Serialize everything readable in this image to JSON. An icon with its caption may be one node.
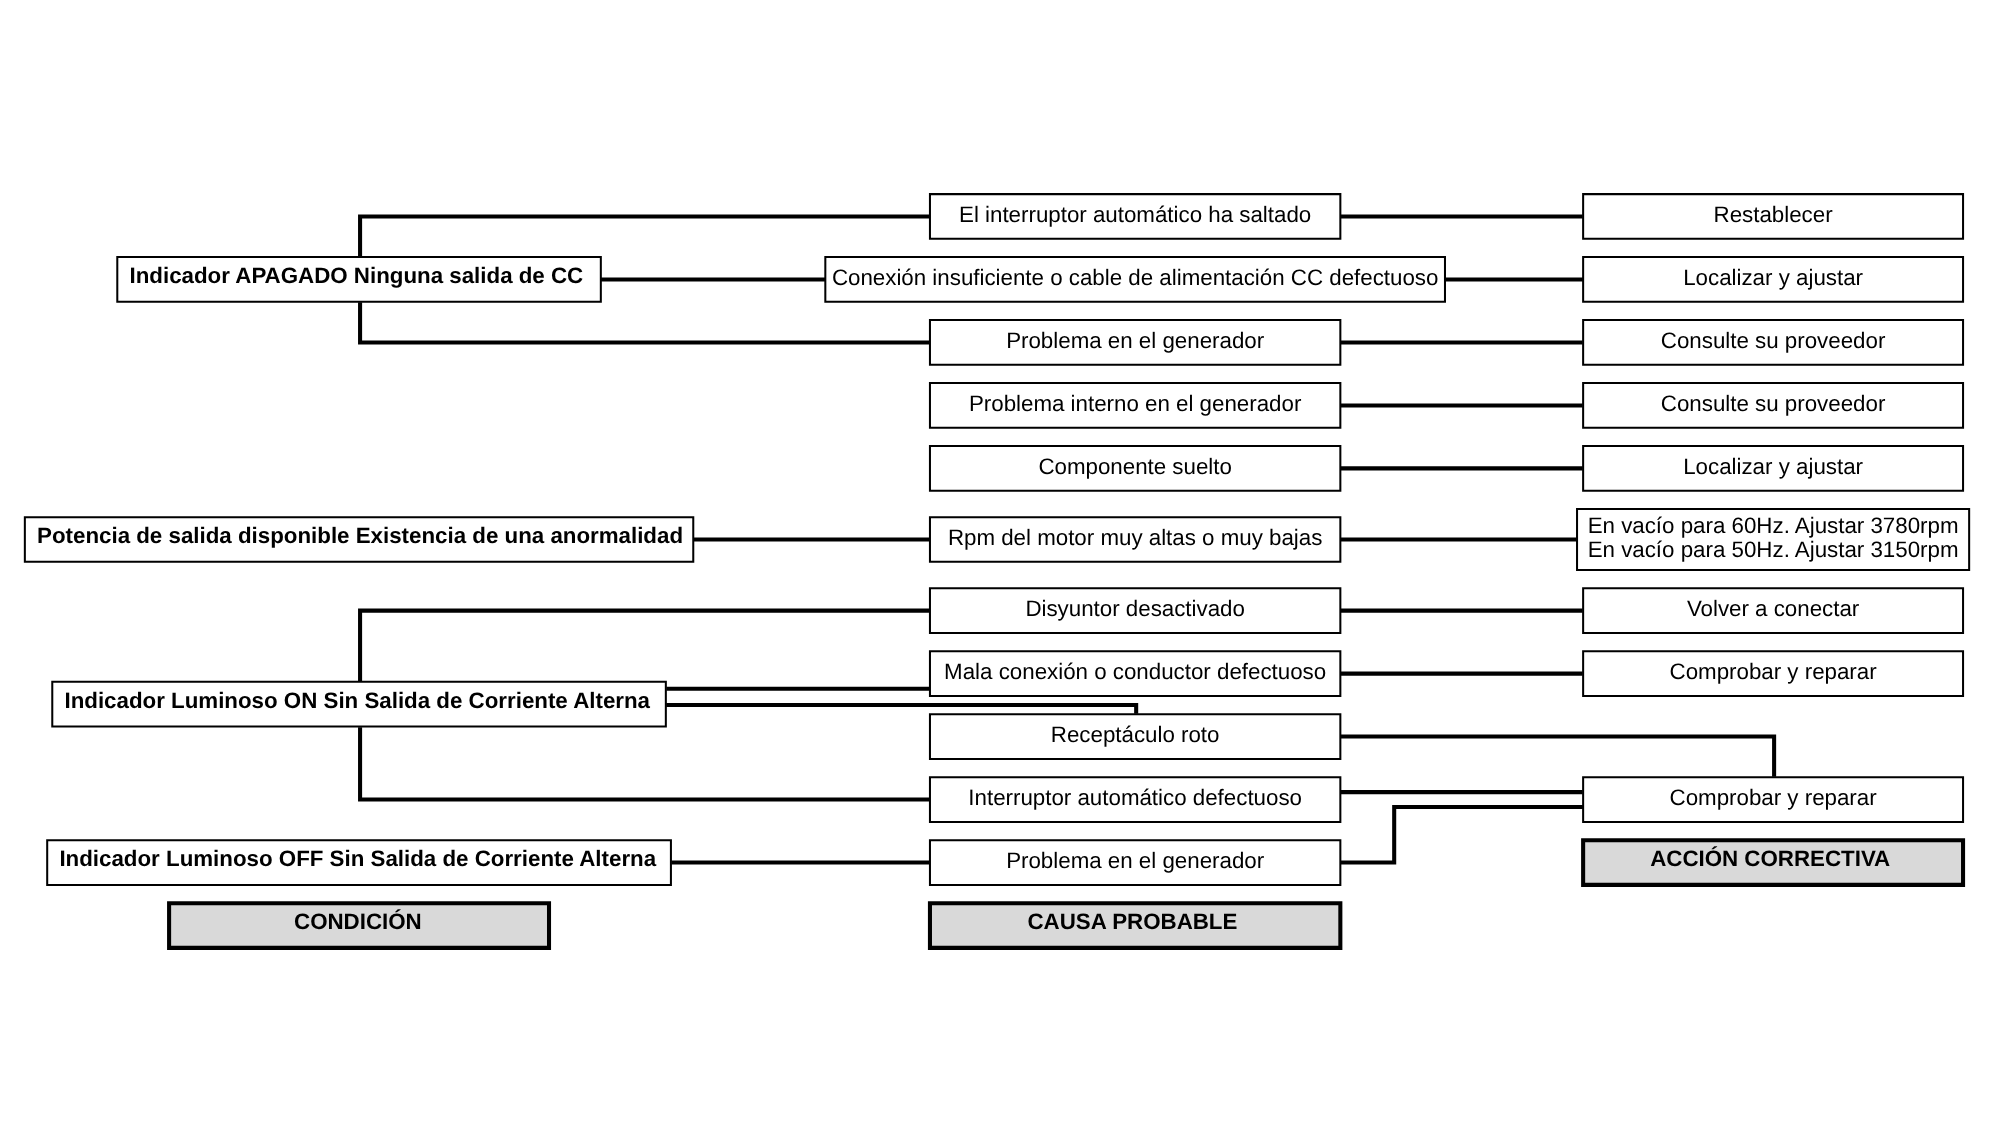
{
  "diagram": {
    "nodes": [
      {
        "text": [
          "CONDICIÓN"
        ]
      },
      {
        "text": [
          "CAUSA PROBABLE"
        ]
      },
      {
        "text": [
          "ACCIÓN CORRECTIVA"
        ]
      },
      {
        "text": [
          "Indicador Luminoso ON Sin Salida de Corriente Alterna"
        ]
      },
      {
        "text": [
          "Disyuntor desactivado"
        ]
      },
      {
        "text": [
          "Mala conexión o conductor defectuoso"
        ]
      },
      {
        "text": [
          "Receptáculo roto"
        ]
      },
      {
        "text": [
          "Interruptor automático defectuoso"
        ]
      },
      {
        "text": [
          "Volver a conectar"
        ]
      },
      {
        "text": [
          "Comprobar y reparar"
        ]
      },
      {
        "text": [
          "Comprobar y reparar"
        ]
      },
      {
        "text": [
          "Indicador Luminoso OFF Sin Salida de Corriente Alterna"
        ]
      },
      {
        "text": [
          "Problema en el generador"
        ]
      },
      {
        "text": [
          "Potencia de salida disponible Existencia de una anormalidad"
        ]
      },
      {
        "text": [
          "Rpm del motor muy altas o muy bajas"
        ]
      },
      {
        "text": [
          "En vacío para 60Hz. Ajustar 3780rpm",
          "En vacío para 50Hz. Ajustar 3150rpm"
        ]
      },
      {
        "text": [
          "Componente suelto"
        ]
      },
      {
        "text": [
          "Problema interno en el generador"
        ]
      },
      {
        "text": [
          "Localizar y ajustar"
        ]
      },
      {
        "text": [
          "Consulte su proveedor"
        ]
      },
      {
        "text": [
          "Indicador APAGADO Ninguna salida de CC"
        ]
      },
      {
        "text": [
          "El interruptor automático ha saltado"
        ]
      },
      {
        "text": [
          "Conexión insuficiente o cable de alimentación CC defectuoso"
        ]
      },
      {
        "text": [
          "Problema en el generador"
        ]
      },
      {
        "text": [
          "Restablecer"
        ]
      },
      {
        "text": [
          "Localizar y ajustar"
        ]
      },
      {
        "text": [
          "Consulte su proveedor"
        ]
      }
    ],
    "edges": [
      {
        "from": 3,
        "to": 4,
        "arrow": "none"
      },
      {
        "from": 3,
        "to": 5,
        "arrow": "none"
      },
      {
        "from": 3,
        "to": 6,
        "arrow": "none"
      },
      {
        "from": 3,
        "to": 7,
        "arrow": "none"
      },
      {
        "from": 4,
        "to": 8,
        "arrow": "none"
      },
      {
        "from": 5,
        "to": 9,
        "arrow": "none"
      },
      {
        "from": 6,
        "to": 10,
        "arrow": "none"
      },
      {
        "from": 7,
        "to": 10,
        "arrow": "none"
      },
      {
        "from": 11,
        "to": 12,
        "arrow": "none"
      },
      {
        "from": 12,
        "to": 10,
        "arrow": "none"
      },
      {
        "from": 13,
        "to": 14,
        "arrow": "none"
      },
      {
        "from": 14,
        "to": 15,
        "arrow": "none"
      },
      {
        "from": 16,
        "to": 18,
        "arrow": "none"
      },
      {
        "from": 17,
        "to": 19,
        "arrow": "none"
      },
      {
        "from": 20,
        "to": 21,
        "arrow": "none"
      },
      {
        "from": 20,
        "to": 22,
        "arrow": "none"
      },
      {
        "from": 20,
        "to": 23,
        "arrow": "none"
      },
      {
        "from": 21,
        "to": 24,
        "arrow": "none"
      },
      {
        "from": 22,
        "to": 25,
        "arrow": "none"
      },
      {
        "from": 23,
        "to": 26,
        "arrow": "none"
      }
    ]
  }
}
